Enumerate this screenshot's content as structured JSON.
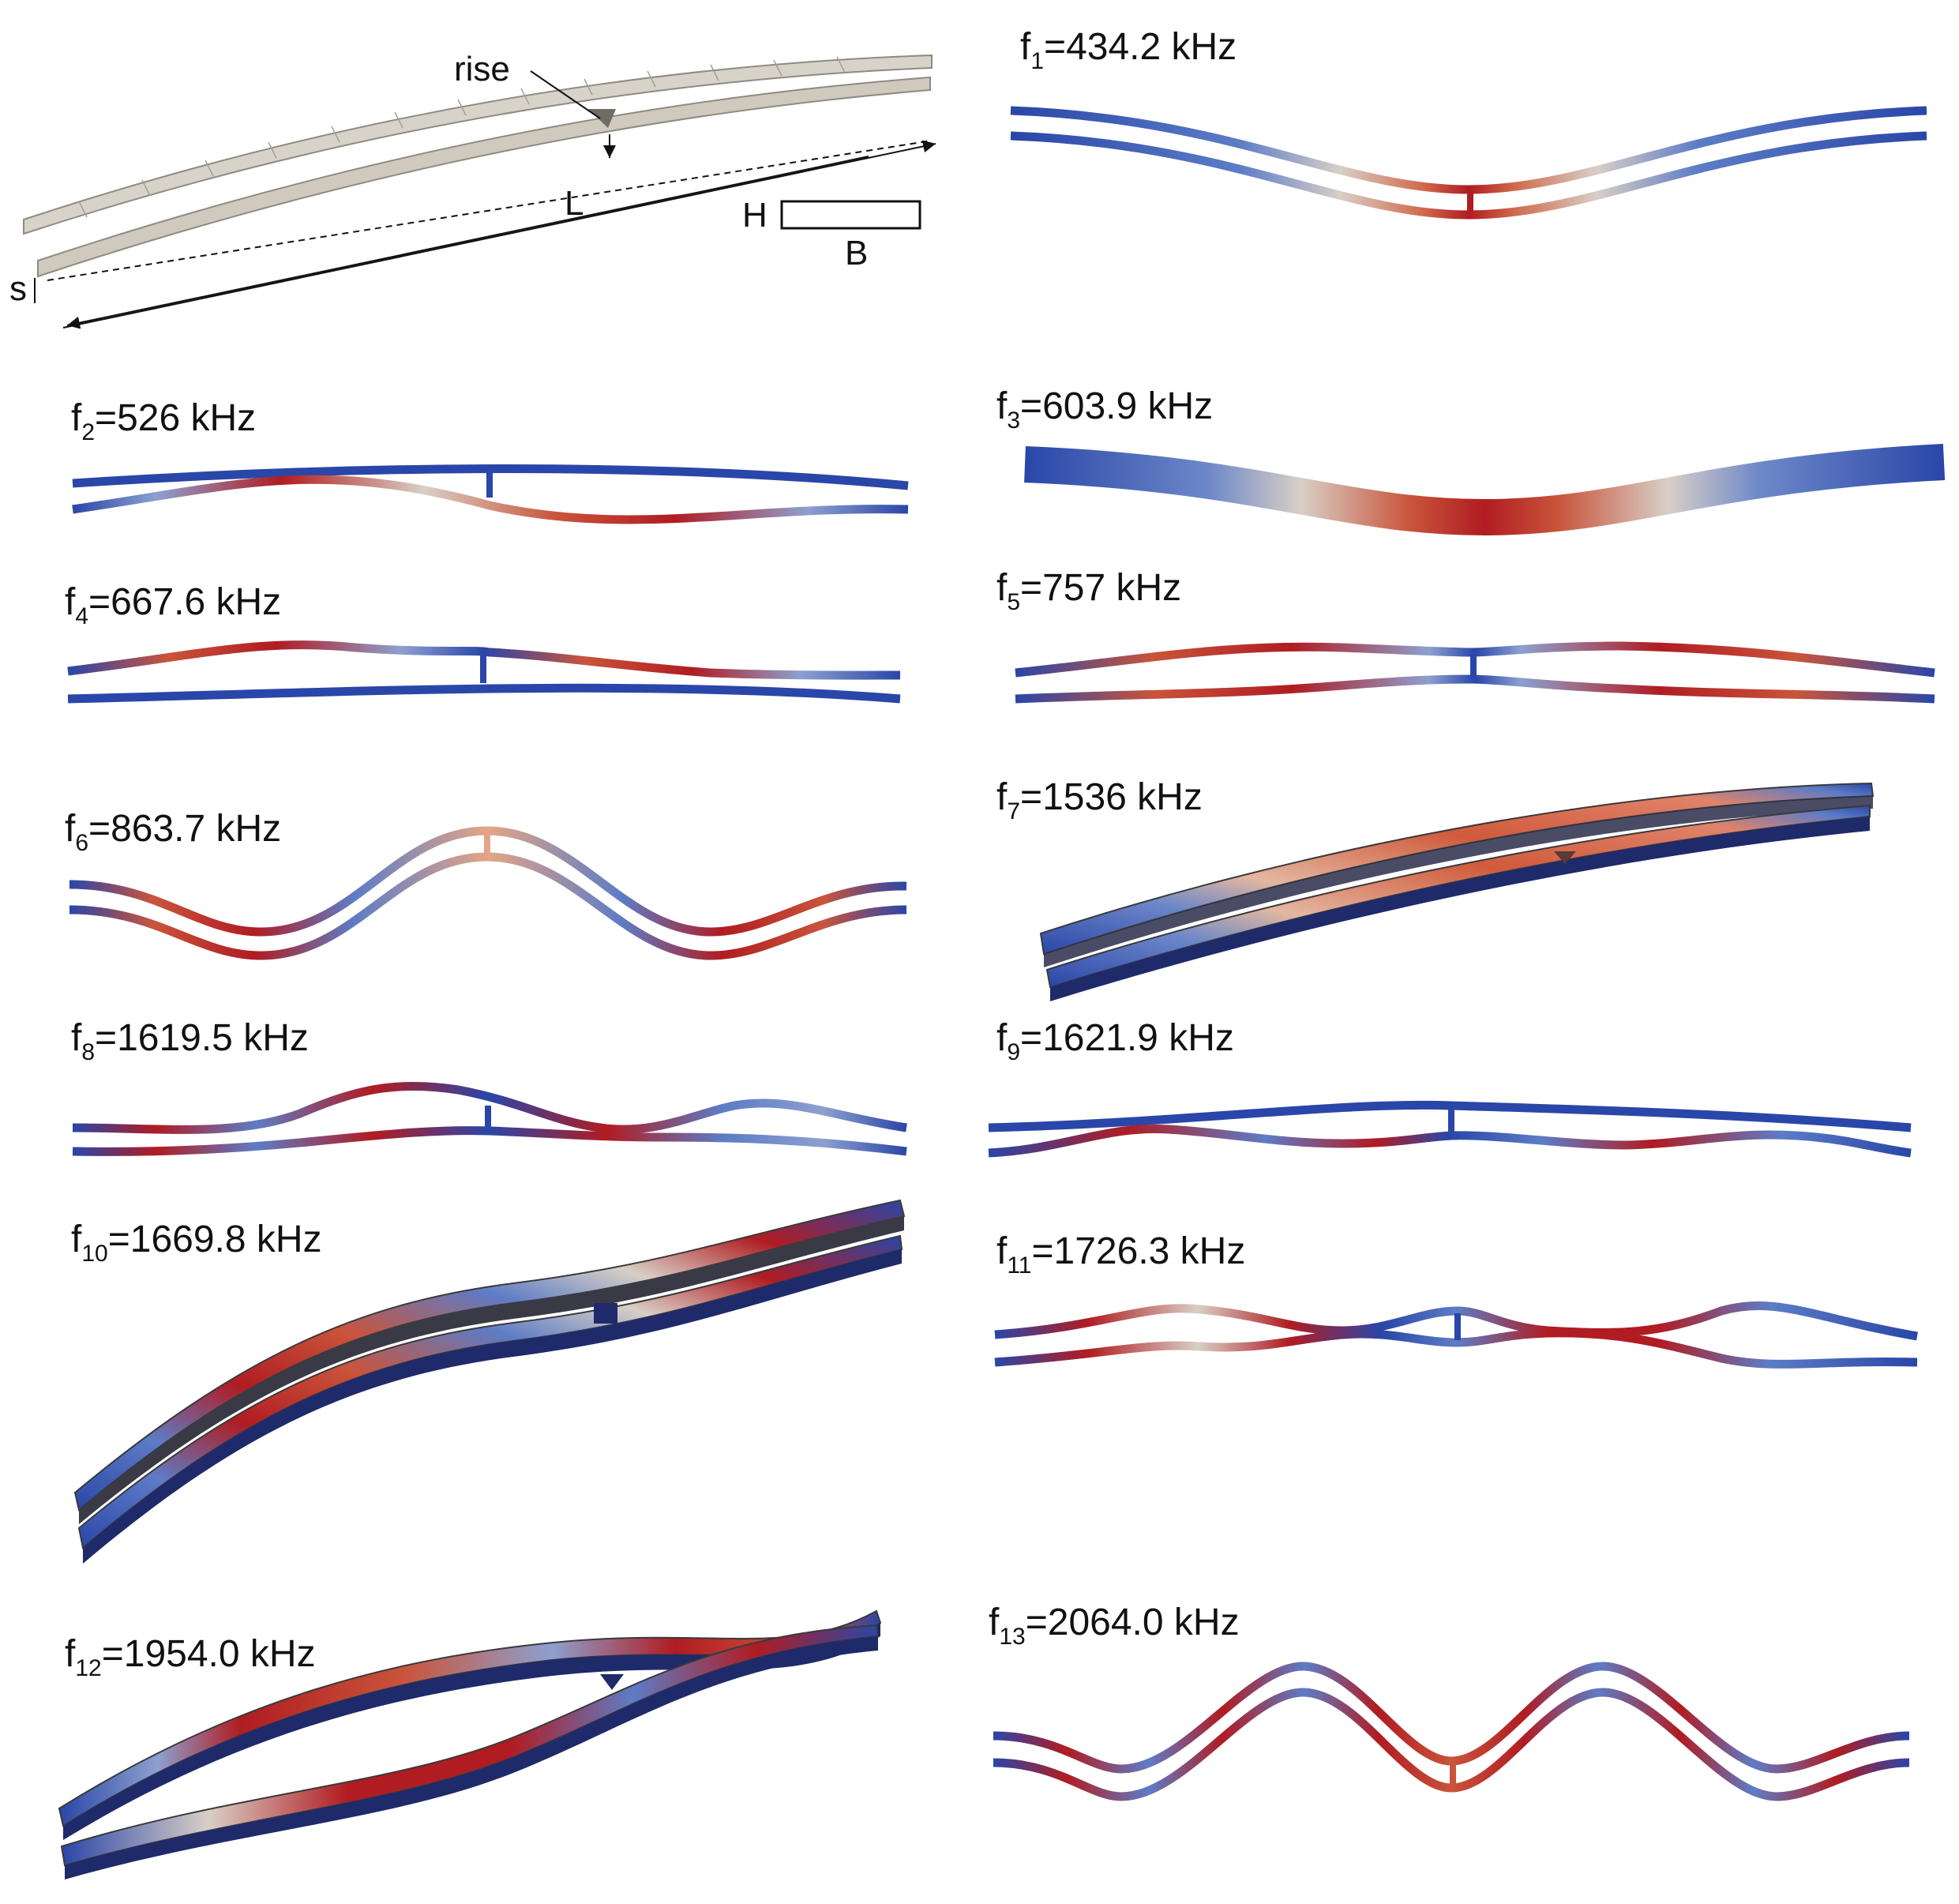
{
  "colors": {
    "blue": "#2a46a8",
    "white": "#dcd9d6",
    "red": "#b01c22",
    "grey_beam": "#d7d3c8",
    "grey_edge": "#8f8b82"
  },
  "schematic": {
    "rise": "rise",
    "L": "L",
    "H": "H",
    "B": "B",
    "s": "s"
  },
  "modes": [
    {
      "id": "f1",
      "f": "f",
      "sub": "1",
      "rest": "=434.2 kHz"
    },
    {
      "id": "f2",
      "f": "f",
      "sub": "2",
      "rest": "=526 kHz"
    },
    {
      "id": "f3",
      "f": "f",
      "sub": "3",
      "rest": "=603.9 kHz"
    },
    {
      "id": "f4",
      "f": "f",
      "sub": "4",
      "rest": "=667.6 kHz"
    },
    {
      "id": "f5",
      "f": "f",
      "sub": "5",
      "rest": "=757 kHz"
    },
    {
      "id": "f6",
      "f": "f",
      "sub": "6",
      "rest": "=863.7 kHz"
    },
    {
      "id": "f7",
      "f": "f",
      "sub": "7",
      "rest": "=1536 kHz"
    },
    {
      "id": "f8",
      "f": "f",
      "sub": "8",
      "rest": "=1619.5 kHz"
    },
    {
      "id": "f9",
      "f": "f",
      "sub": "9",
      "rest": "=1621.9 kHz"
    },
    {
      "id": "f10",
      "f": "f",
      "sub": "10",
      "rest": "=1669.8 kHz"
    },
    {
      "id": "f11",
      "f": "f",
      "sub": "11",
      "rest": "=1726.3 kHz"
    },
    {
      "id": "f12",
      "f": "f",
      "sub": "12",
      "rest": "=1954.0 kHz"
    },
    {
      "id": "f13",
      "f": "f",
      "sub": "13",
      "rest": "=2064.0 kHz"
    }
  ]
}
